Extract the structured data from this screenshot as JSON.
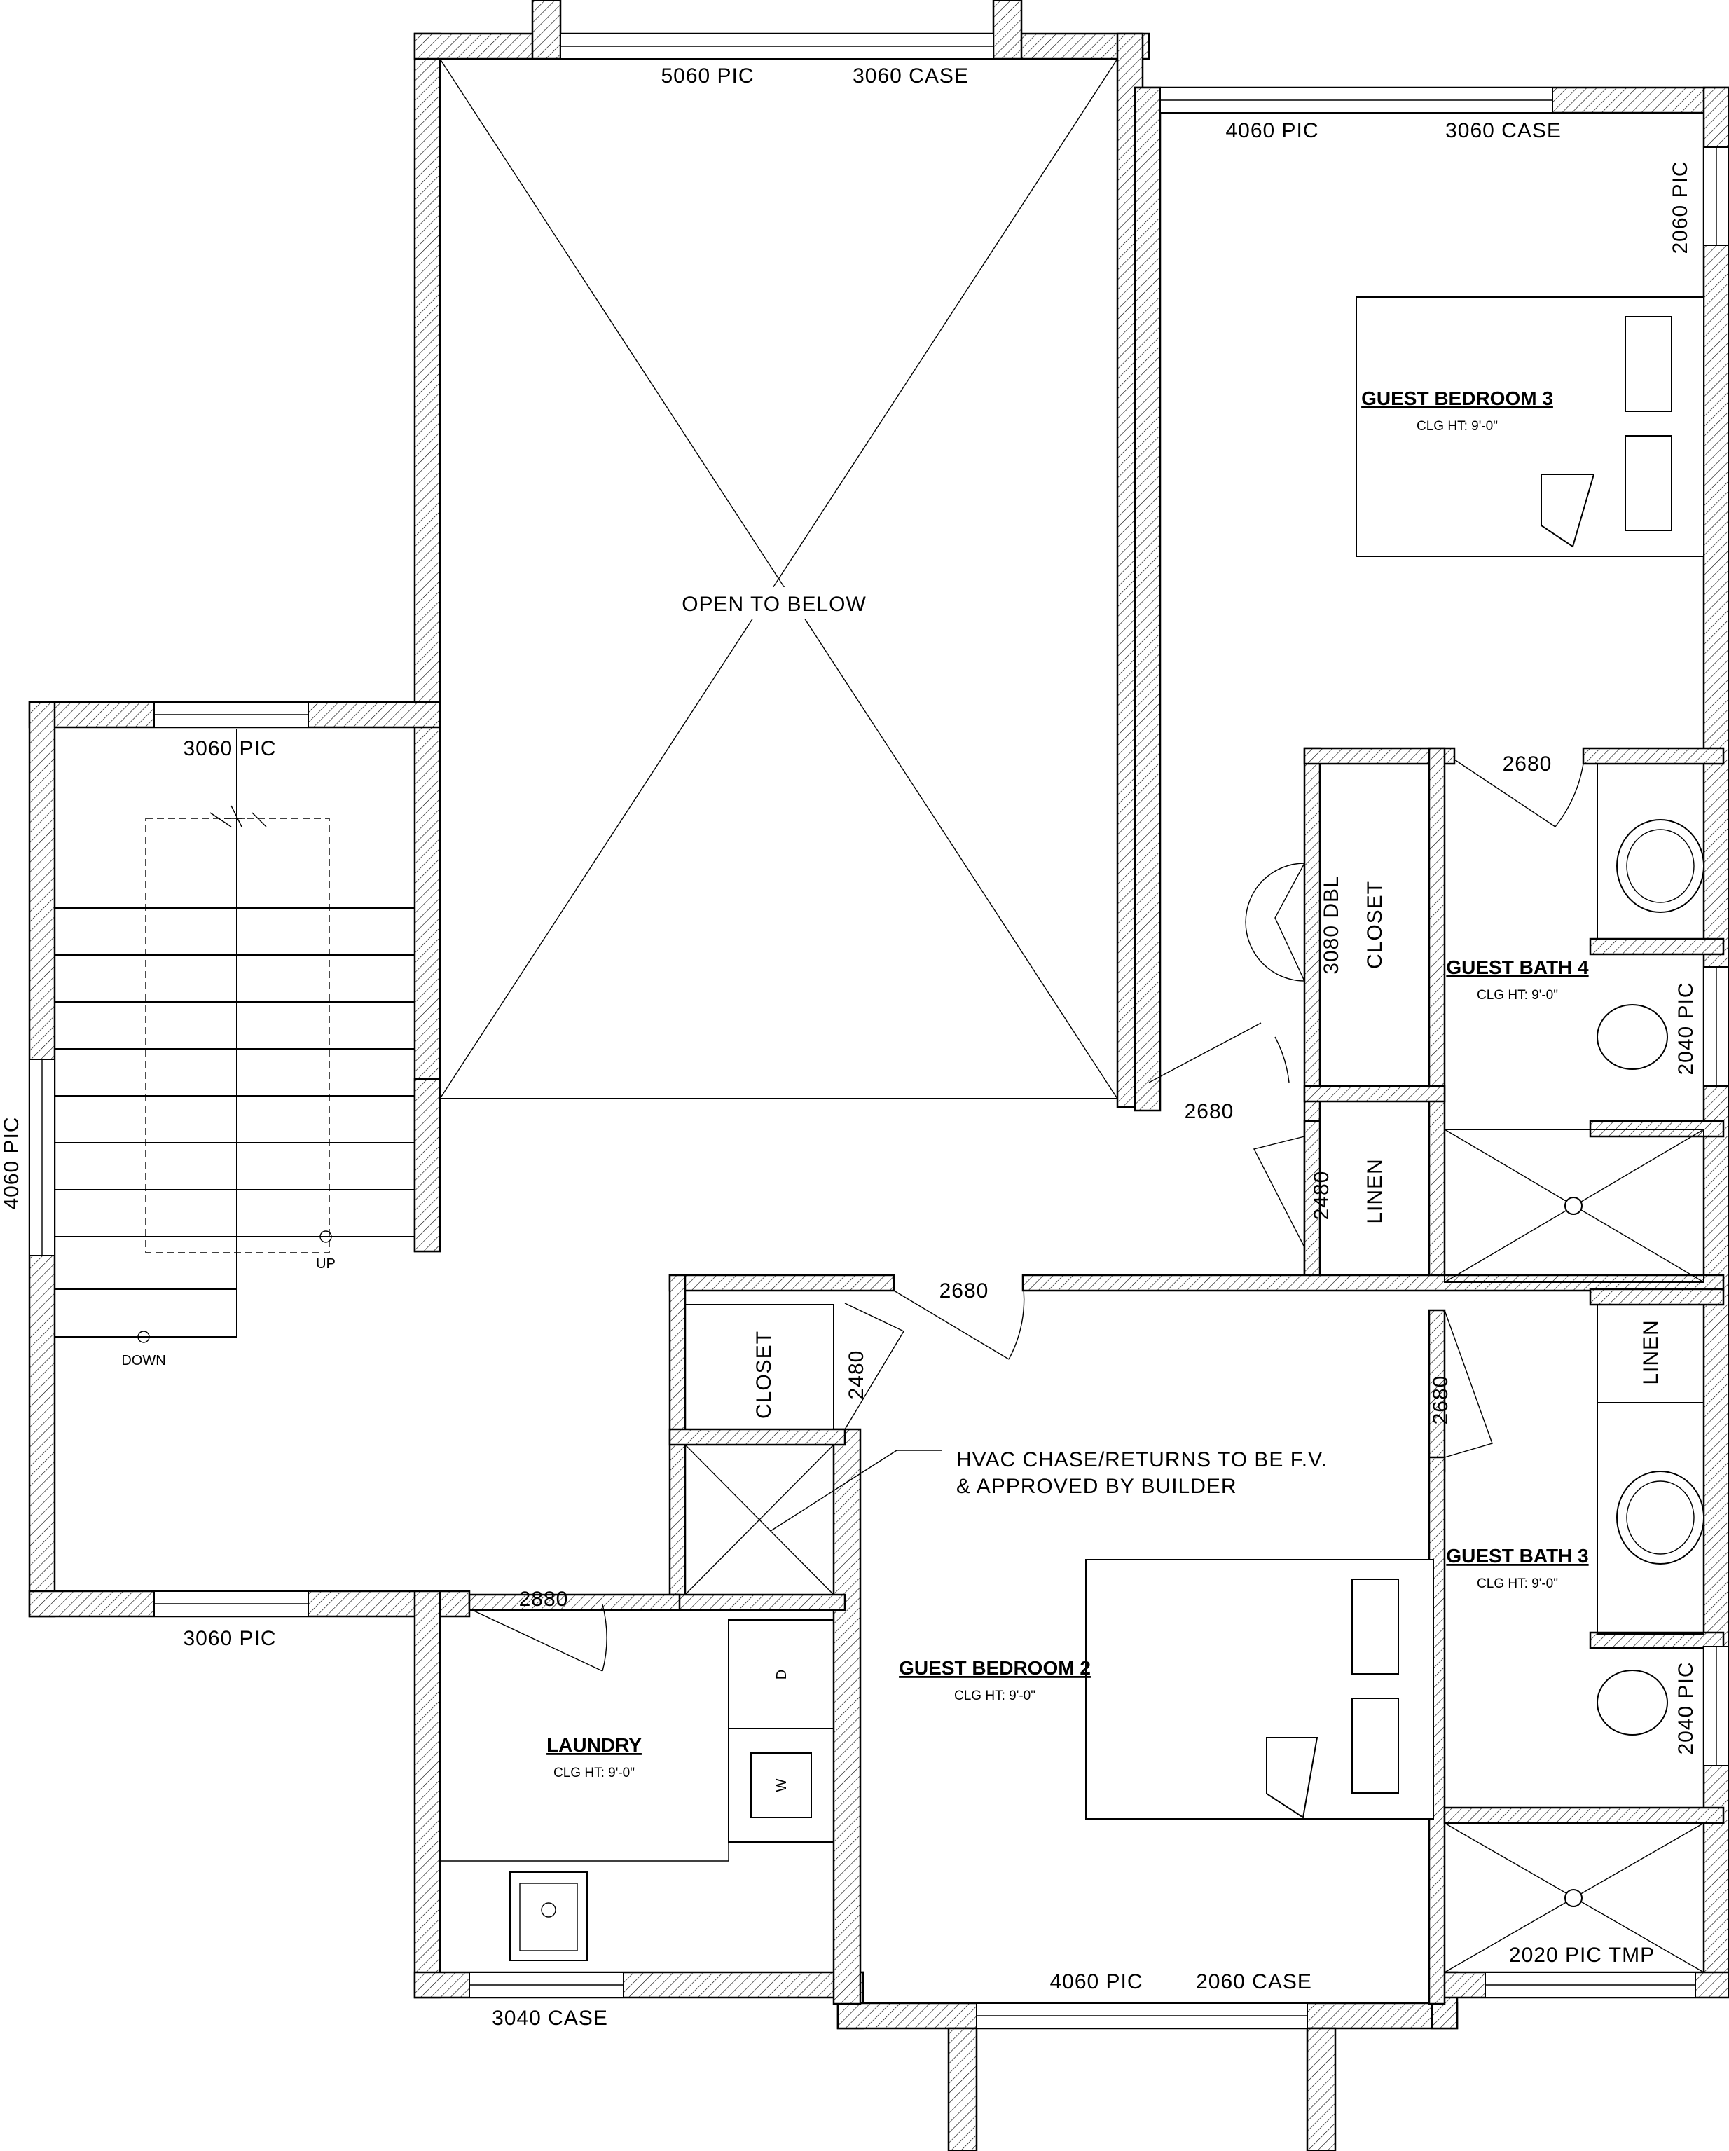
{
  "rooms": {
    "guest_bedroom_3": {
      "name": "GUEST BEDROOM 3",
      "clg": "CLG HT: 9'-0\""
    },
    "guest_bath_4": {
      "name": "GUEST BATH 4",
      "clg": "CLG HT: 9'-0\""
    },
    "guest_bath_3": {
      "name": "GUEST BATH 3",
      "clg": "CLG HT: 9'-0\""
    },
    "guest_bedroom_2": {
      "name": "GUEST BEDROOM 2",
      "clg": "CLG HT: 9'-0\""
    },
    "laundry": {
      "name": "LAUNDRY",
      "clg": "CLG HT: 9'-0\""
    }
  },
  "labels": {
    "open_to_below": "OPEN TO BELOW",
    "closet_dbl": "CLOSET",
    "closet": "CLOSET",
    "linen_upper": "LINEN",
    "linen_lower": "LINEN",
    "stair_up": "UP",
    "stair_down": "DOWN",
    "dryer": "D",
    "washer": "W",
    "hvac_line1": "HVAC CHASE/RETURNS TO BE F.V.",
    "hvac_line2": "& APPROVED BY BUILDER"
  },
  "windows": {
    "top_pic": "5060 PIC",
    "top_case": "3060 CASE",
    "bed3_pic": "4060 PIC",
    "bed3_case": "3060 CASE",
    "bed3_side": "2060 PIC",
    "stair_top": "3060 PIC",
    "stair_left": "4060 PIC",
    "stair_bottom": "3060 PIC",
    "laundry": "3040 CASE",
    "bed2_pic": "4060 PIC",
    "bed2_case": "2060 CASE",
    "bath4": "2040 PIC",
    "bath3": "2040 PIC",
    "bath3_shower": "2020 PIC TMP"
  },
  "doors": {
    "bath4": "2680",
    "hall": "2680",
    "dbl_closet": "3080 DBL",
    "linen": "2480",
    "bed2": "2680",
    "closet": "2480",
    "bath3": "2680",
    "laundry": "2880"
  }
}
